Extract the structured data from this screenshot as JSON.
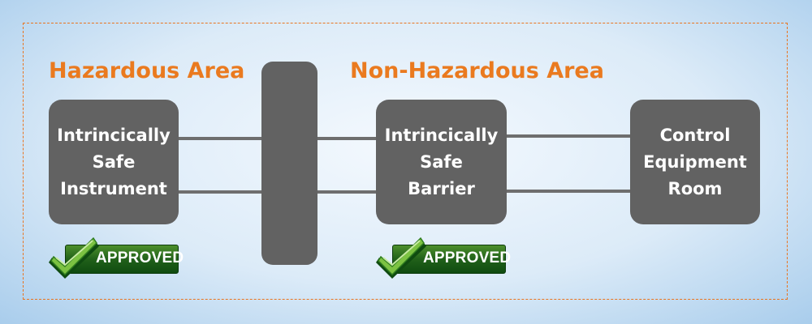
{
  "areas": {
    "hazardous": "Hazardous Area",
    "non_hazardous": "Non-Hazardous Area"
  },
  "nodes": {
    "instrument": [
      "Intrincically",
      "Safe",
      "Instrument"
    ],
    "barrier": [
      "Intrincically",
      "Safe",
      "Barrier"
    ],
    "control_room": [
      "Control",
      "Equipment",
      "Room"
    ]
  },
  "badges": {
    "instrument": "APPROVED",
    "barrier": "APPROVED"
  },
  "colors": {
    "accent": "#EA7A1F",
    "node": "#626262",
    "approved_green": "#22621A",
    "check_green": "#7CC242"
  },
  "icons": {
    "check": "check-icon",
    "frame": "dashed-border"
  }
}
